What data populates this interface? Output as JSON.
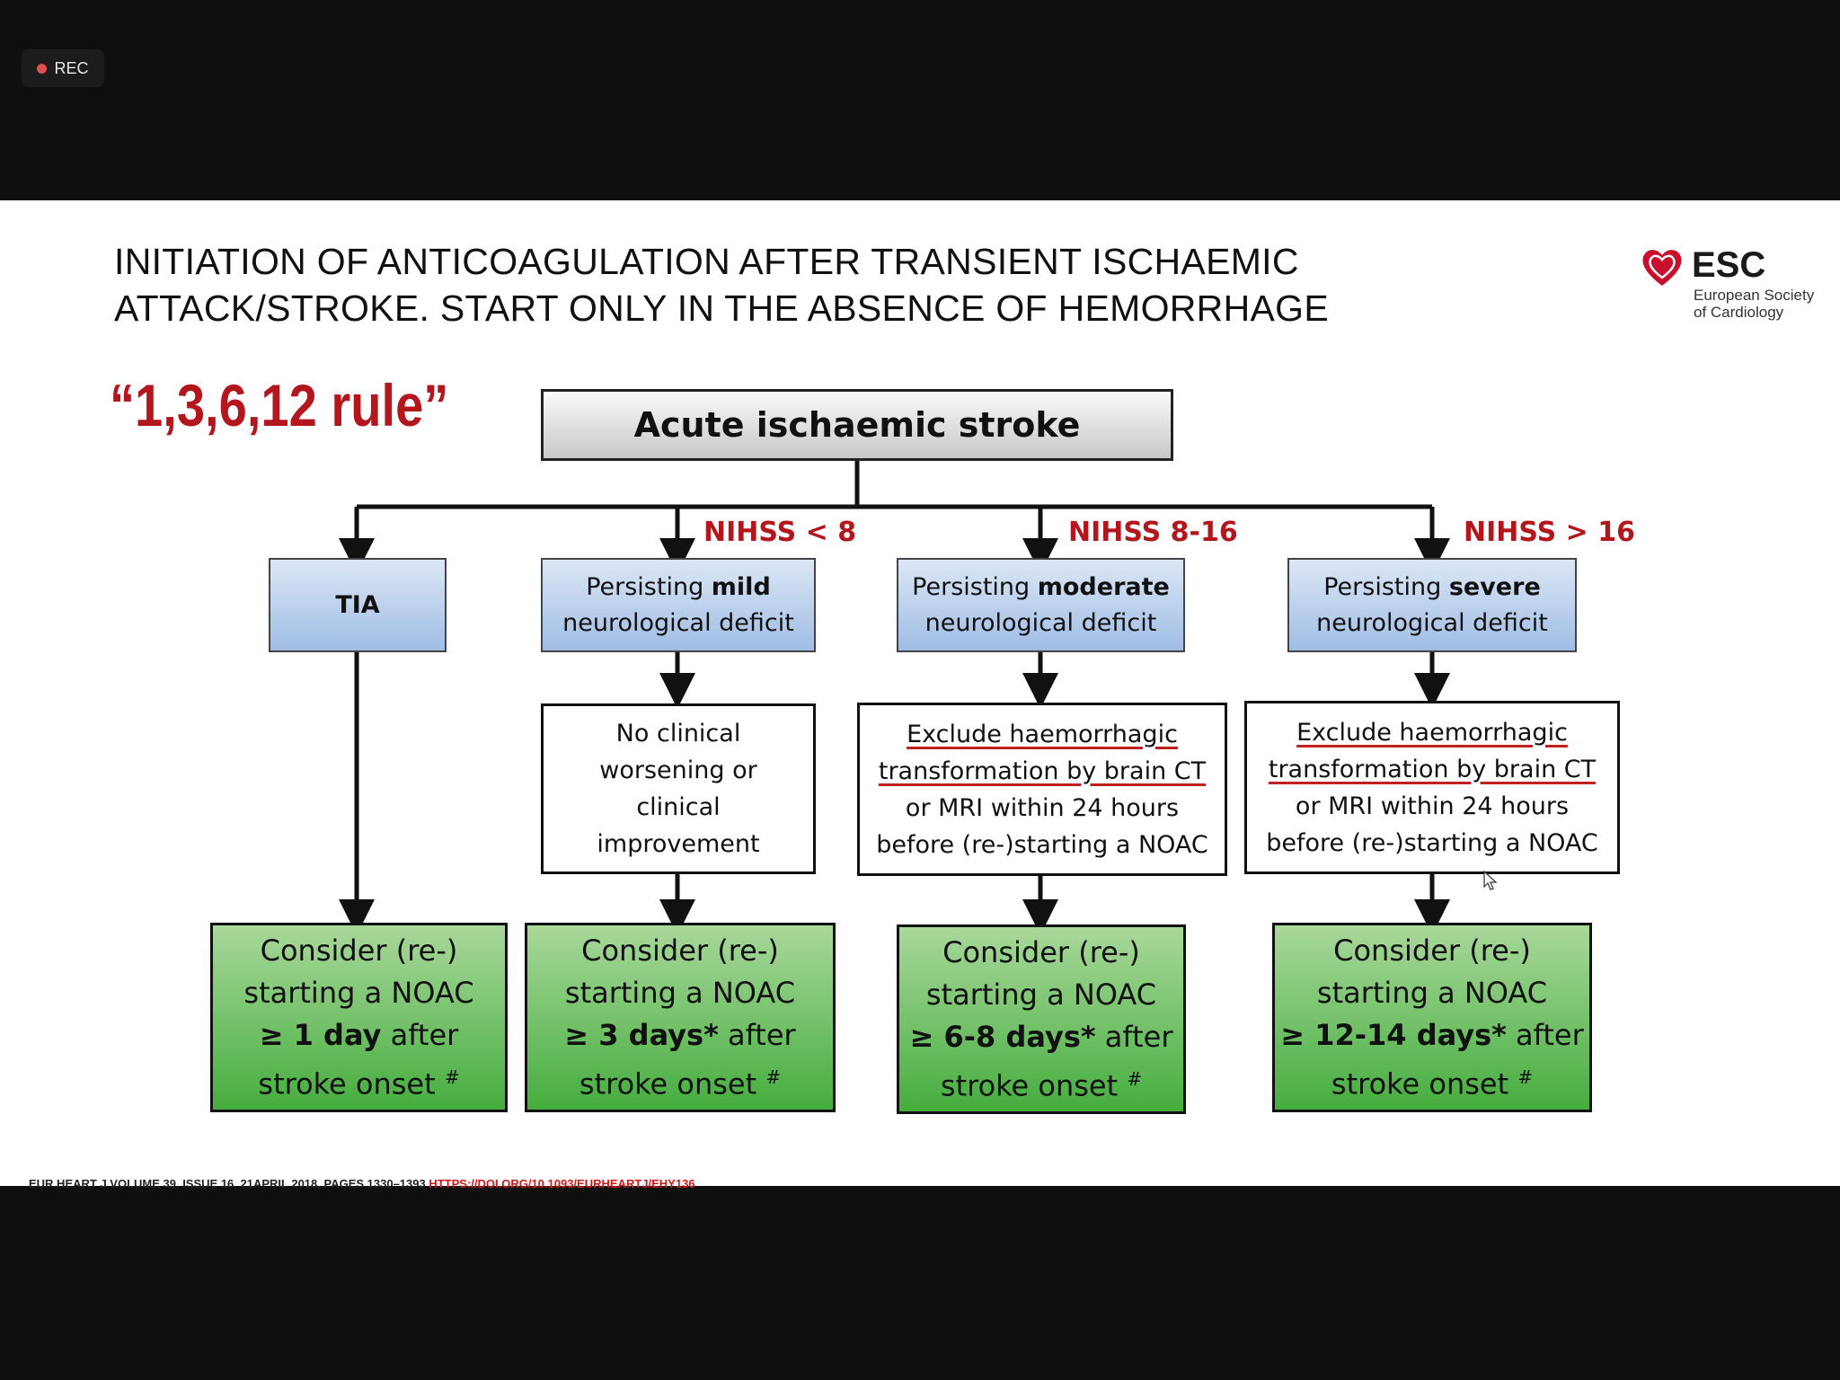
{
  "recording": {
    "label": "REC",
    "dot_color": "#e0504a"
  },
  "slide": {
    "title_line1": "INITIATION OF ANTICOAGULATION AFTER TRANSIENT ISCHAEMIC",
    "title_line2": "ATTACK/STROKE. START ONLY IN THE ABSENCE OF HEMORRHAGE",
    "rule_text": "“1,3,6,12 rule”",
    "logo": {
      "name": "ESC",
      "subtitle_line1": "European Society",
      "subtitle_line2": "of Cardiology",
      "icon": "heart-icon",
      "color": "#c8102e"
    },
    "flowchart": {
      "root": "Acute ischaemic stroke",
      "branches": [
        {
          "criterion": "",
          "category": "TIA",
          "condition": [],
          "recommendation": [
            "Consider (re-)",
            "starting a NOAC",
            "≥ 1 day",
            " after",
            "stroke onset ",
            "#"
          ]
        },
        {
          "criterion": "NIHSS < 8",
          "category_pre": "Persisting ",
          "category_bold": "mild",
          "category_post": "neurological deficit",
          "condition": [
            "No clinical",
            "worsening or",
            "clinical",
            "improvement"
          ],
          "recommendation": [
            "Consider (re-)",
            "starting a NOAC",
            "≥ 3 days*",
            " after",
            "stroke onset ",
            "#"
          ]
        },
        {
          "criterion": "NIHSS 8-16",
          "category_pre": "Persisting ",
          "category_bold": "moderate",
          "category_post": "neurological deficit",
          "condition": [
            "Exclude haemorrhagic",
            "transformation by brain CT",
            "or MRI within 24 hours",
            "before (re-)starting a NOAC"
          ],
          "recommendation": [
            "Consider (re-)",
            "starting a NOAC",
            "≥ 6-8 days*",
            " after",
            "stroke onset ",
            "#"
          ]
        },
        {
          "criterion": "NIHSS > 16",
          "category_pre": "Persisting ",
          "category_bold": "severe",
          "category_post": "neurological deficit",
          "condition": [
            "Exclude haemorrhagic",
            "transformation by brain CT",
            "or MRI within 24 hours",
            "before (re-)starting a NOAC"
          ],
          "recommendation": [
            "Consider (re-)",
            "starting a NOAC",
            "≥ 12-14 days*",
            " after",
            "stroke onset ",
            "#"
          ]
        }
      ]
    },
    "citation": {
      "text": "EUR HEART J VOLUME 39, ISSUE 16, 21APRIL 2018, PAGES 1330–1393 ",
      "link": "HTTPS://DOI.ORG/10.1093/EURHEARTJ/EHY136"
    },
    "colors": {
      "accent_red": "#b3161c",
      "box_green": "#45ad3e",
      "box_blue": "#9fbde4"
    }
  }
}
